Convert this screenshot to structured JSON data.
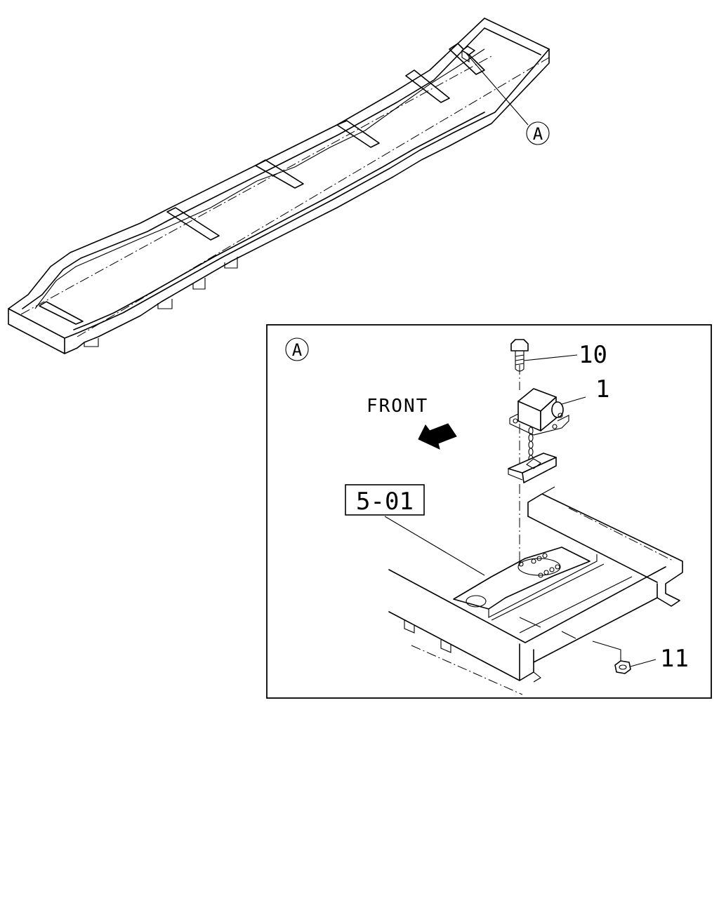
{
  "callouts": {
    "main_ref": "A",
    "detail_ref": "A",
    "part_10": "10",
    "part_1": "1",
    "part_11": "11",
    "ref_box": "5-01"
  },
  "labels": {
    "direction": "FRONT"
  },
  "icons": {
    "direction_arrow": "arrow-front-icon"
  }
}
